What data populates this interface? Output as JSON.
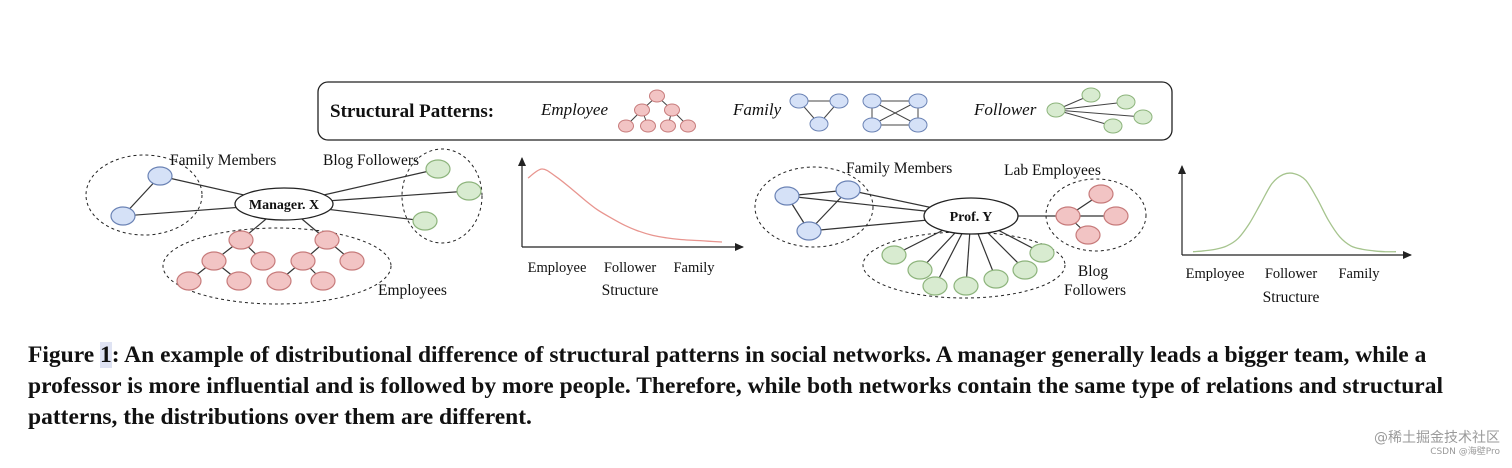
{
  "legend": {
    "title": "Structural Patterns:",
    "employee": "Employee",
    "family": "Family",
    "follower": "Follower"
  },
  "left_graph": {
    "center": "Manager. X",
    "family_label": "Family Members",
    "blog_label": "Blog Followers",
    "employees_label": "Employees"
  },
  "right_graph": {
    "center": "Prof. Y",
    "family_label": "Family Members",
    "lab_label": "Lab Employees",
    "blog_label_line1": "Blog",
    "blog_label_line2": "Followers"
  },
  "colors": {
    "employee": "#f2c4c4",
    "employee_stroke": "#c77b7b",
    "family": "#d5e1f7",
    "family_stroke": "#6b83b5",
    "follower": "#d8ebd0",
    "follower_stroke": "#8db47c",
    "manager_curve": "#e8958f",
    "professor_curve": "#a6c48e"
  },
  "chart_data": [
    {
      "type": "line",
      "categories": [
        "Employee",
        "Follower",
        "Family"
      ],
      "xlabel": "Structure",
      "ylabel": "",
      "color": "#e8958f",
      "curve_y": [
        0.83,
        0.94,
        0.85,
        0.72,
        0.58,
        0.45,
        0.35,
        0.26,
        0.19,
        0.14,
        0.11,
        0.09,
        0.08,
        0.07,
        0.06
      ]
    },
    {
      "type": "line",
      "categories": [
        "Employee",
        "Follower",
        "Family"
      ],
      "xlabel": "Structure",
      "ylabel": "",
      "color": "#a6c48e",
      "curve_y": [
        0.04,
        0.05,
        0.07,
        0.11,
        0.2,
        0.38,
        0.62,
        0.86,
        0.97,
        0.98,
        0.9,
        0.68,
        0.42,
        0.22,
        0.11,
        0.07,
        0.05,
        0.04,
        0.04
      ]
    }
  ],
  "caption": {
    "fig_prefix": "Figure ",
    "fig_num": "1",
    "text": ": An example of distributional difference of structural patterns in social networks. A manager generally leads a bigger team, while a professor is more influential and is followed by more people. Therefore, while both networks contain the same type of relations and structural patterns, the distributions over them are different."
  },
  "watermark": {
    "main": "@稀土掘金技术社区",
    "sub": "CSDN @海壁Pro"
  }
}
